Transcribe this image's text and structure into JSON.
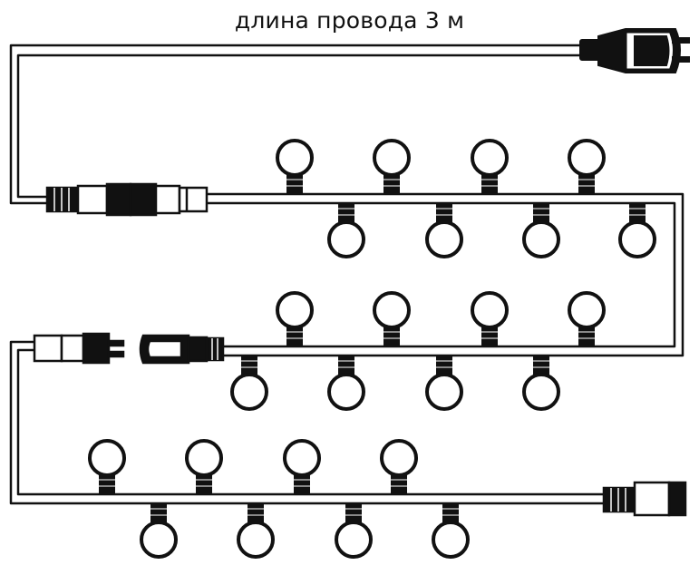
{
  "caption": "длина провода 3 м",
  "colors": {
    "line": "#111111",
    "fill": "#ffffff"
  },
  "icons": [
    "plug-icon",
    "connector-icon",
    "bulb-icon"
  ],
  "rows": [
    {
      "bulbs_up": 4,
      "bulbs_down": 4
    },
    {
      "bulbs_up": 4,
      "bulbs_down": 4
    },
    {
      "bulbs_up": 4,
      "bulbs_down": 4
    }
  ]
}
